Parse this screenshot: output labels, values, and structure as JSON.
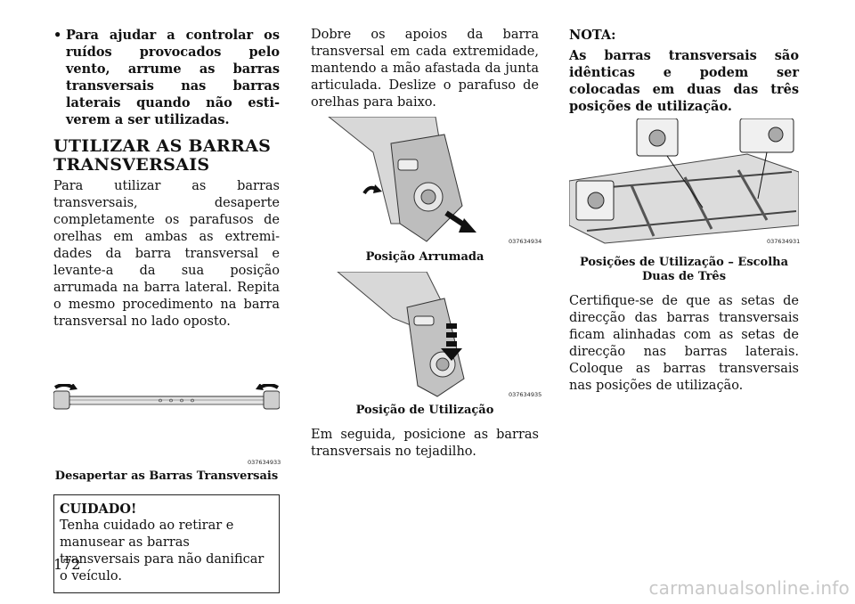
{
  "col1": {
    "bullet": "Para ajudar a controlar os ruí­dos provocados pelo vento, ar­rume as barras transversais nas barras laterais quando não esti­verem a ser utilizadas.",
    "heading": "UTILIZAR AS BARRAS TRANSVERSAIS",
    "body": "Para utilizar as barras transversais, desaperte completamente os parafu­sos de orelhas em ambas as extremi­dades da barra transversal e levante-a da sua posição arrumada na barra lateral. Repita o mesmo procedimento na barra transversal no lado oposto.",
    "figure1": {
      "code": "037634933",
      "caption": "Desapertar as Barras Transversais"
    },
    "caution": {
      "title": "CUIDADO!",
      "text": "Tenha cuidado ao retirar e manusear as barras transversais para não da­nificar o veículo."
    }
  },
  "col2": {
    "body1": "Dobre os apoios da barra transversal em cada extremidade, mantendo a mão afastada da junta articulada. Deslize o parafuso de orelhas para baixo.",
    "figure2": {
      "code": "037634934",
      "caption": "Posição Arrumada"
    },
    "figure3": {
      "code": "037634935",
      "caption": "Posição de Utilização"
    },
    "body2": "Em seguida, posicione as barras transversais no tejadilho."
  },
  "col3": {
    "note_title": "NOTA:",
    "note_text": "As barras transversais são idênti­cas e podem ser colocadas em duas das três posições de utilização.",
    "figure4": {
      "code": "037634931",
      "caption": "Posições de Utilização – Escolha Duas de Três"
    },
    "body": "Certifique-se de que as setas de direc­ção das barras transversais ficam ali­nhadas com as setas de direcção nas barras laterais. Coloque as barras transversais nas posições de utiliza­ção."
  },
  "page_number": "172",
  "watermark": "carmanualsonline.info"
}
